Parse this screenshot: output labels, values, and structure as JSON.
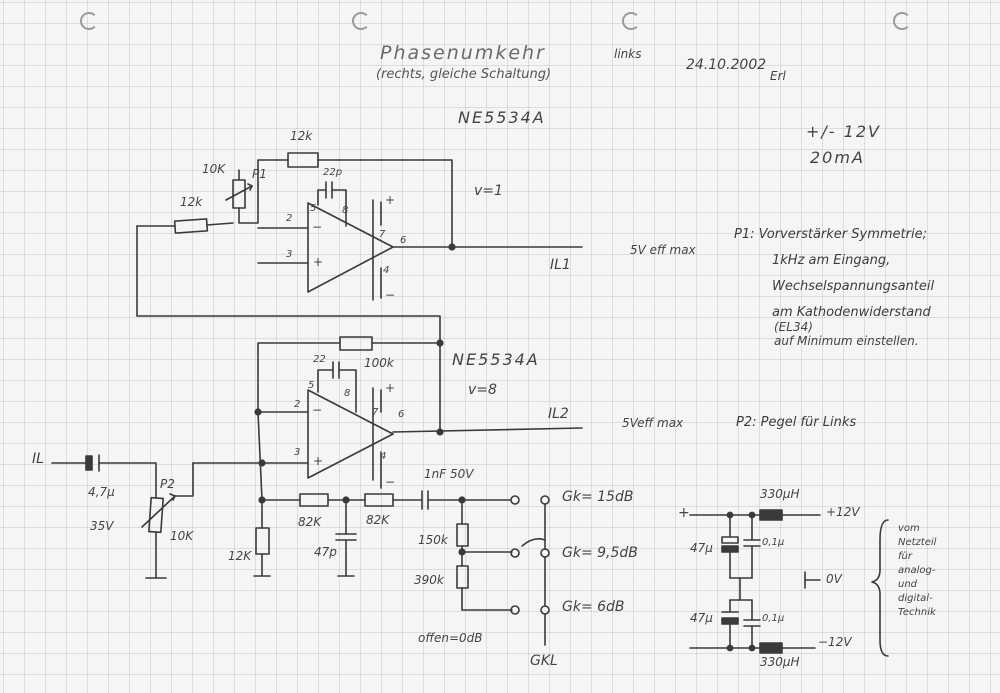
{
  "header": {
    "title": "Phasenumkehr",
    "title_suffix": "links",
    "subtitle": "(rechts, gleiche Schaltung)",
    "date": "24.10.2002",
    "signature": "Erl"
  },
  "opamp_top": {
    "type": "NE5534A",
    "gain": "v=1",
    "r_feedback": "12k",
    "r_input": "12k",
    "pot": "P1",
    "pot_value": "10K",
    "comp_cap": "22p",
    "pin_5": "5",
    "pin_8": "8",
    "pin_2": "2",
    "pin_3": "3",
    "pin_7": "7",
    "pin_6": "6",
    "pin_4": "4",
    "minus": "−",
    "plus": "+",
    "v_plus": "+",
    "v_minus": "−",
    "out_level": "5V eff max",
    "output": "IL1"
  },
  "opamp_bottom": {
    "type": "NE5534A",
    "gain": "v=8",
    "r_feedback": "100k",
    "comp_cap": "22",
    "pin_5": "5",
    "pin_8": "8",
    "pin_2": "2",
    "pin_3": "3",
    "pin_7": "7",
    "pin_6": "6",
    "pin_4": "4",
    "minus": "−",
    "plus": "+",
    "v_plus": "+",
    "v_minus": "−",
    "out_level": "5Veff max",
    "output": "IL2"
  },
  "input": {
    "label": "IL",
    "cap": "4,7µ",
    "cap_voltage": "35V",
    "pot": "P2",
    "pot_value": "10K",
    "r_ground": "12K"
  },
  "tone_network": {
    "r1": "82K",
    "r2": "82K",
    "cap_ground": "47p",
    "cap_series": "1nF 50V",
    "r_150k": "150k",
    "r_390k": "390k",
    "open_label": "offen=0dB",
    "gk_1": "Gk= 15dB",
    "gk_2": "Gk= 9,5dB",
    "gk_3": "Gk= 6dB",
    "switch_label": "GKL"
  },
  "power": {
    "supply": "+/- 12V",
    "current": "20mA",
    "plus_in": "+",
    "plus_out": "+12V",
    "minus_out": "−12V",
    "ground_label": "0V",
    "inductor_top": "330µH",
    "inductor_bottom": "330µH",
    "cap_top_elko": "47µ",
    "cap_top_film": "0,1µ",
    "cap_bottom_elko": "47µ",
    "cap_bottom_film": "0,1µ",
    "note_lines": [
      "vom",
      "Netzteil",
      "für",
      "analog-",
      "und",
      "digital-",
      "Technik"
    ]
  },
  "notes": {
    "p1_lines": [
      "P1: Vorverstärker Symmetrie;",
      "1kHz am Eingang,",
      "Wechselspannungsanteil",
      "am Kathodenwiderstand",
      "(EL34)",
      "auf Minimum einstellen."
    ],
    "p2": "P2: Pegel für Links"
  },
  "colors": {
    "ink": "#3a3a3a",
    "pencil_light": "#6a6a6a",
    "grid": "#c8ccd0",
    "paper": "#f5f5f3"
  }
}
